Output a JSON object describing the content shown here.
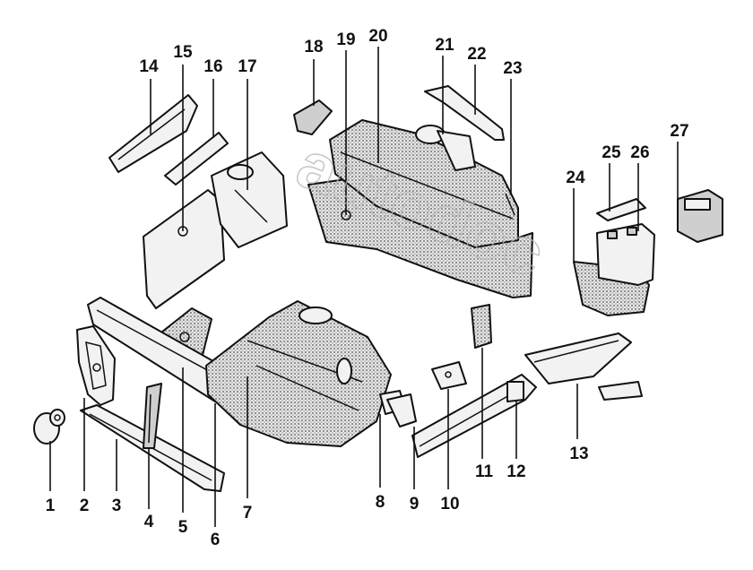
{
  "watermark": "autodoc",
  "callouts": [
    "1",
    "2",
    "3",
    "4",
    "5",
    "6",
    "7",
    "8",
    "9",
    "10",
    "11",
    "12",
    "13",
    "14",
    "15",
    "16",
    "17",
    "18",
    "19",
    "20",
    "21",
    "22",
    "23",
    "24",
    "25",
    "26",
    "27"
  ],
  "colors": {
    "line": "#111111",
    "fill": "#f2f2f2",
    "shade": "#cfcfcf",
    "watermark": "#b8b8b8"
  }
}
